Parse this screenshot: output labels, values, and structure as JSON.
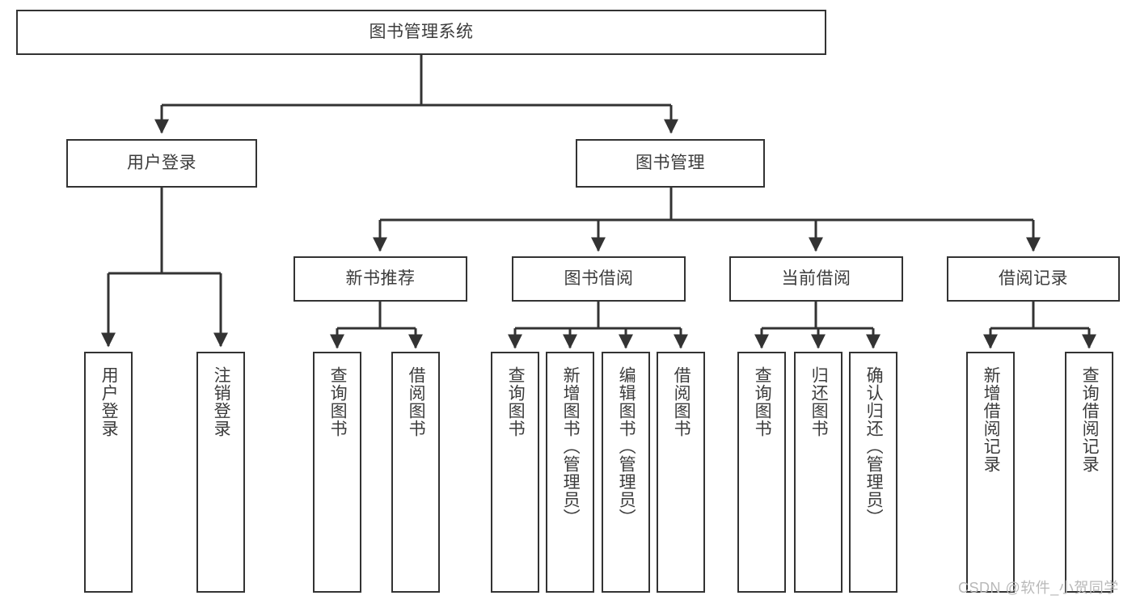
{
  "diagram": {
    "title": "图书管理系统",
    "type": "tree-hierarchy-chart",
    "colors": {
      "background": "#ffffff",
      "node_fill": "#ffffff",
      "node_stroke": "#333333",
      "text": "#3c3c3c",
      "edge": "#333333",
      "watermark": "#b9b9b9"
    },
    "root": {
      "label": "图书管理系统"
    },
    "level2": [
      {
        "label": "用户登录"
      },
      {
        "label": "图书管理"
      }
    ],
    "level3": [
      {
        "label": "新书推荐"
      },
      {
        "label": "图书借阅"
      },
      {
        "label": "当前借阅"
      },
      {
        "label": "借阅记录"
      }
    ],
    "leaves": [
      {
        "label": "用户登录",
        "parent": "用户登录"
      },
      {
        "label": "注销登录",
        "parent": "用户登录"
      },
      {
        "label": "查询图书",
        "parent": "新书推荐"
      },
      {
        "label": "借阅图书",
        "parent": "新书推荐"
      },
      {
        "label": "查询图书",
        "parent": "图书借阅"
      },
      {
        "label": "新增图书（管理员）",
        "parent": "图书借阅"
      },
      {
        "label": "编辑图书（管理员）",
        "parent": "图书借阅"
      },
      {
        "label": "借阅图书",
        "parent": "图书借阅"
      },
      {
        "label": "查询图书",
        "parent": "当前借阅"
      },
      {
        "label": "归还图书",
        "parent": "当前借阅"
      },
      {
        "label": "确认归还（管理员）",
        "parent": "当前借阅"
      },
      {
        "label": "新增借阅记录",
        "parent": "借阅记录"
      },
      {
        "label": "查询借阅记录",
        "parent": "借阅记录"
      }
    ],
    "watermark": "CSDN @软件_小贺同学"
  }
}
